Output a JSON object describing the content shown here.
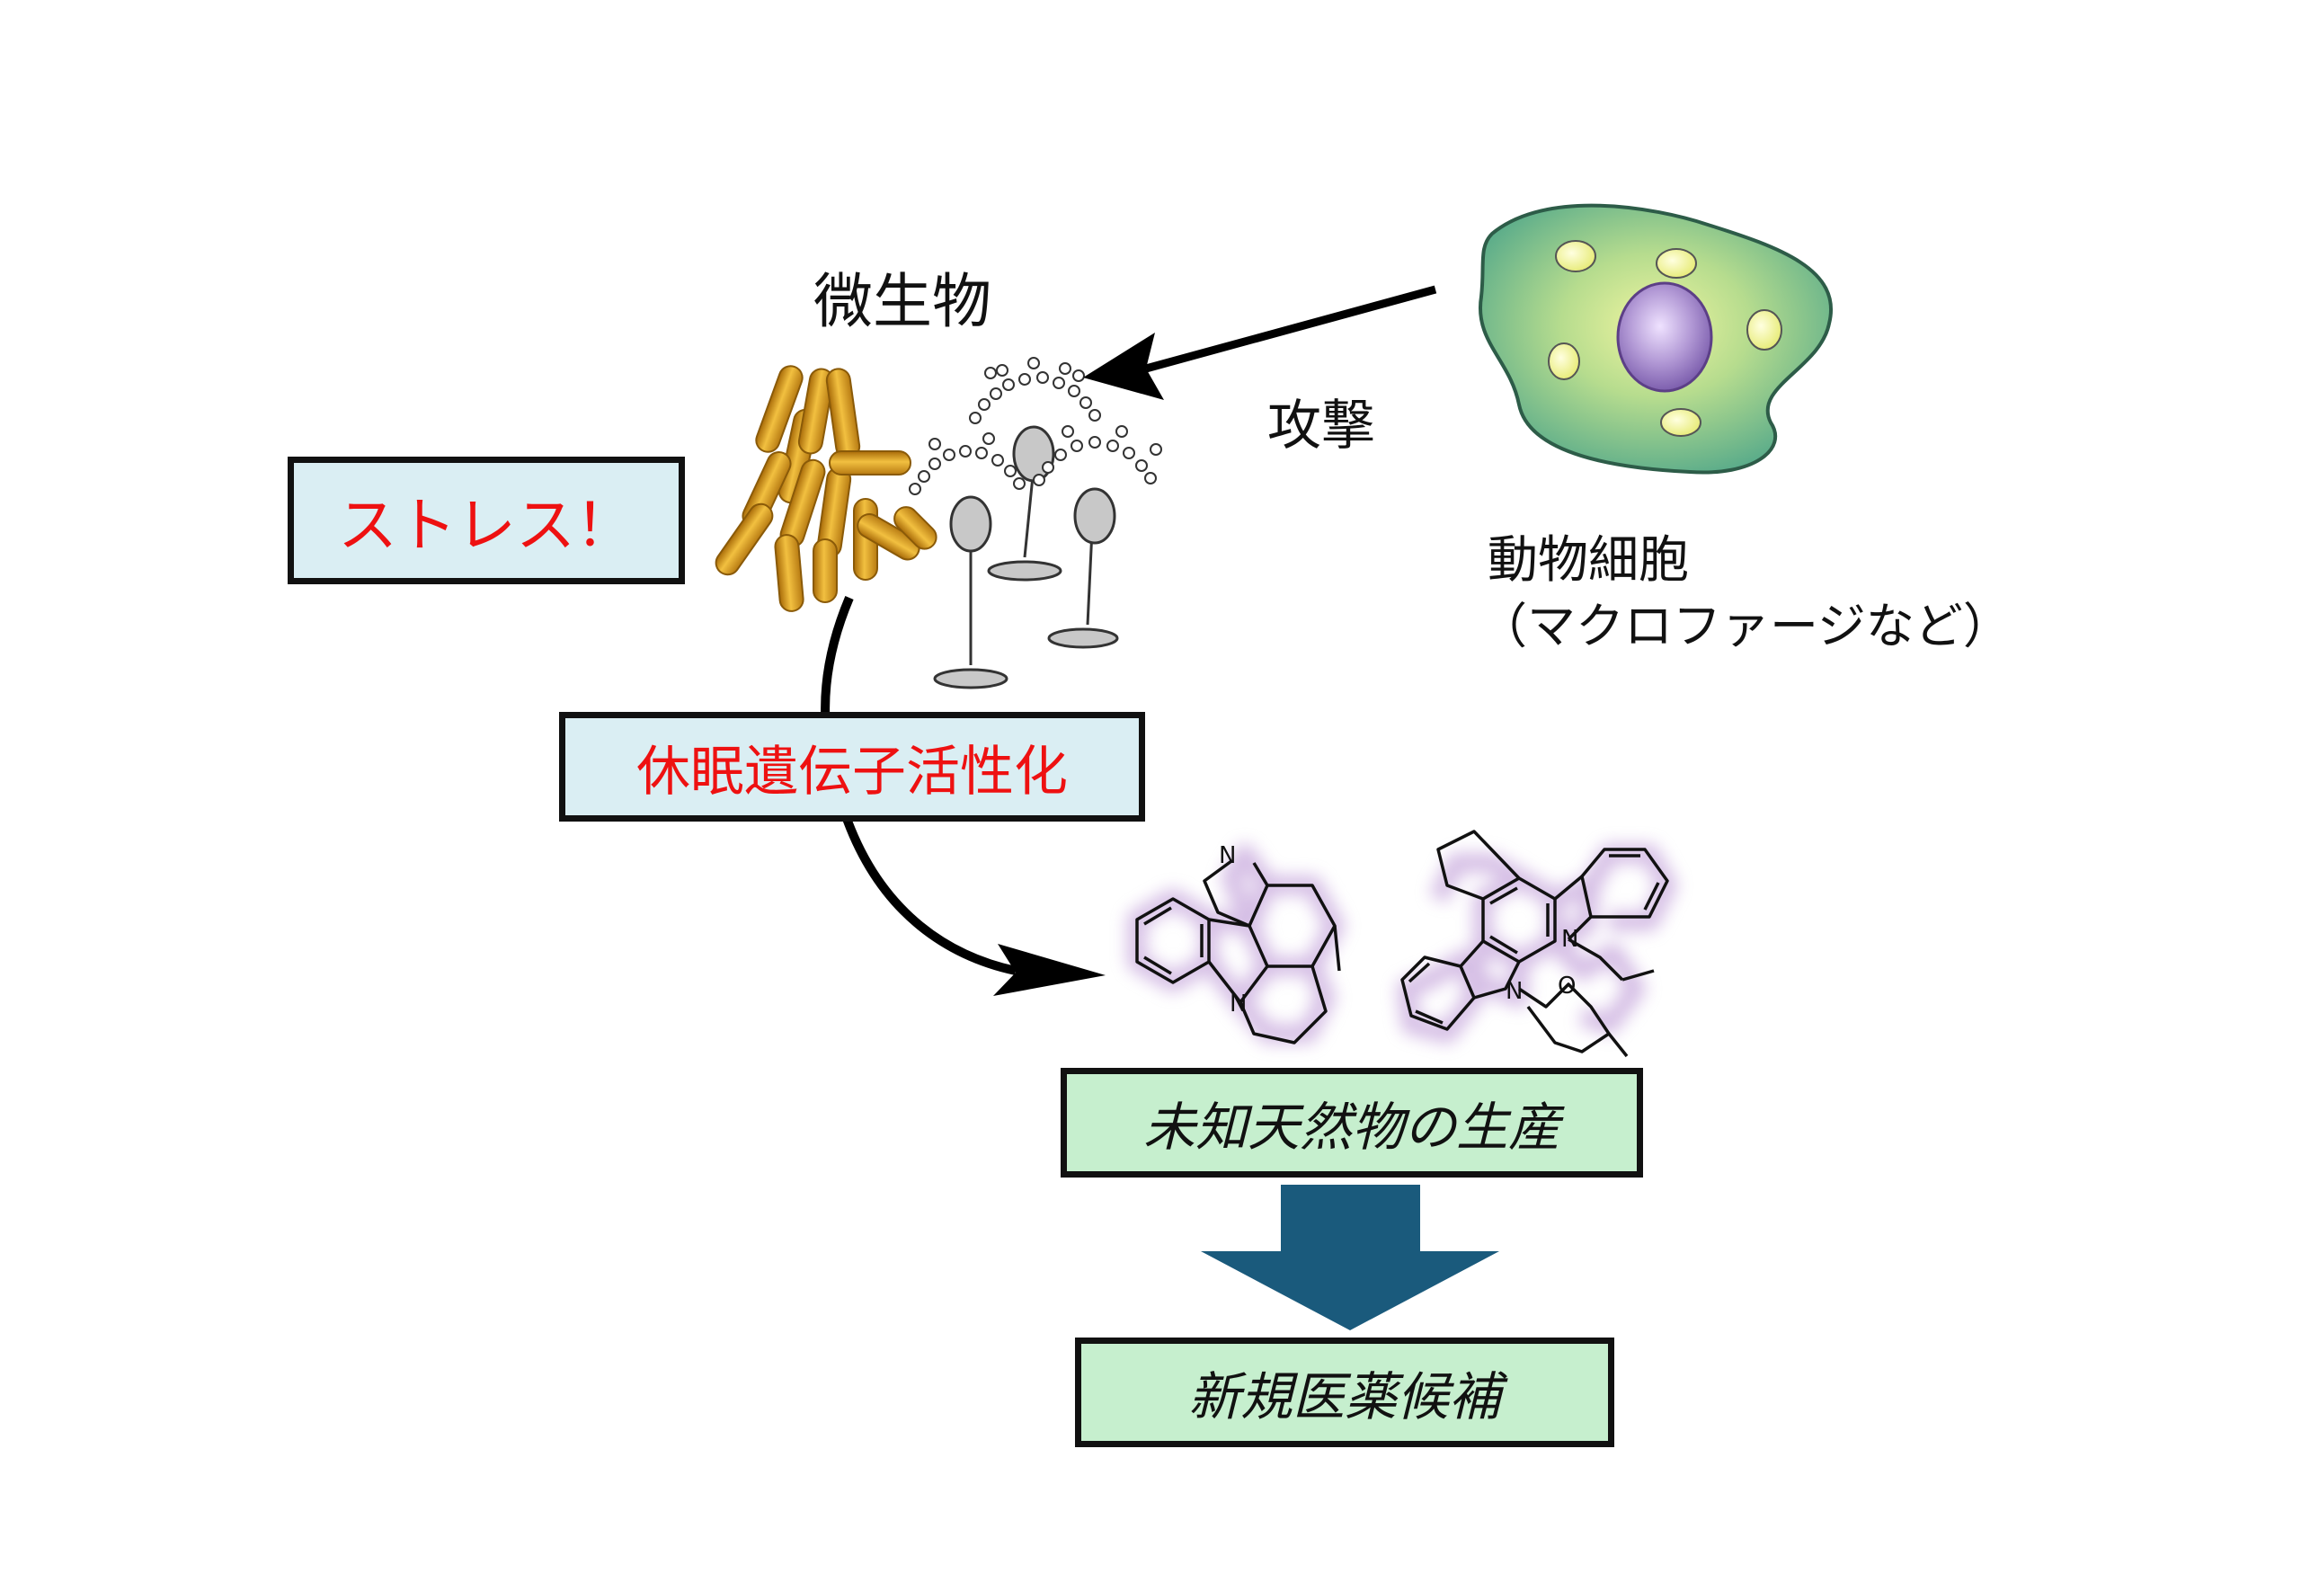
{
  "labels": {
    "microbe": "微生物",
    "attack": "攻撃",
    "animal_cell": "動物細胞",
    "animal_cell_note": "（マクロファージなど）"
  },
  "boxes": {
    "stress": "ストレス！",
    "dormant_gene": "休眠遺伝子活性化",
    "unknown_products": "未知天然物の生産",
    "drug_candidates": "新規医薬候補"
  },
  "atoms": {
    "n": "N",
    "o": "O"
  },
  "colors": {
    "red_text": "#ee1111",
    "blue_box": "#daeef3",
    "green_box": "#c6efce",
    "big_arrow": "#1a5a7c",
    "bacteria": "#d79a1c",
    "cell_body": "#7cbf8c",
    "nucleus": "#a98bc9",
    "molecule_glow": "#b48ad0"
  }
}
